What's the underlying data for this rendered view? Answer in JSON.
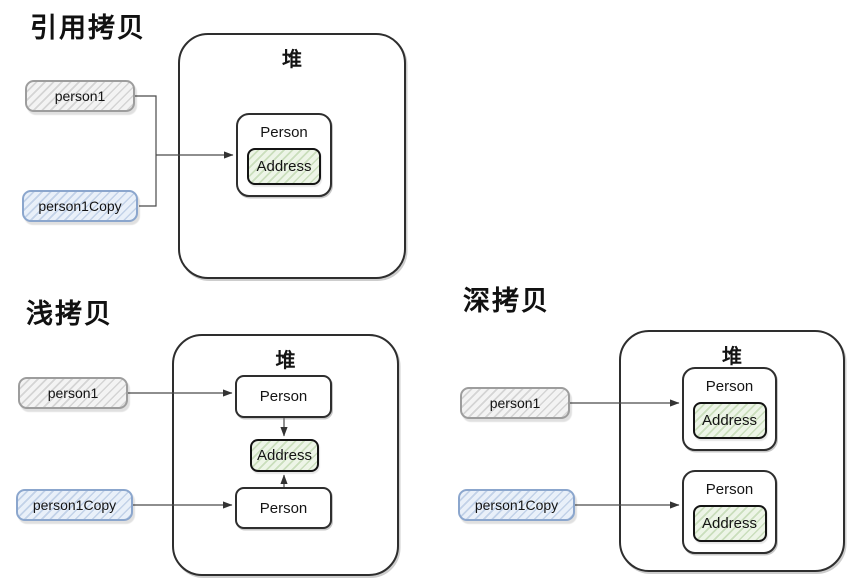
{
  "colors": {
    "background": "#ffffff",
    "text": "#141414",
    "heap_border": "#2e2e2e",
    "object_border": "#2e2e2e",
    "connector": "#4a4a4a",
    "ref_gray_fill": "#f3f3f3",
    "ref_gray_border": "#9d9d9d",
    "ref_blue_fill": "#e9f0f9",
    "ref_blue_border": "#8ba6cd",
    "address_green_fill": "#edf5e7",
    "address_green_border": "#93bd7f"
  },
  "sections": {
    "reference_copy": {
      "title": "引用拷贝",
      "heap_label": "堆",
      "person1_label": "person1",
      "person1copy_label": "person1Copy",
      "person_label": "Person",
      "address_label": "Address"
    },
    "shallow_copy": {
      "title": "浅拷贝",
      "heap_label": "堆",
      "person1_label": "person1",
      "person1copy_label": "person1Copy",
      "person_top_label": "Person",
      "person_bottom_label": "Person",
      "address_label": "Address"
    },
    "deep_copy": {
      "title": "深拷贝",
      "heap_label": "堆",
      "person1_label": "person1",
      "person1copy_label": "person1Copy",
      "person_top_label": "Person",
      "person_top_address_label": "Address",
      "person_bottom_label": "Person",
      "person_bottom_address_label": "Address"
    }
  }
}
